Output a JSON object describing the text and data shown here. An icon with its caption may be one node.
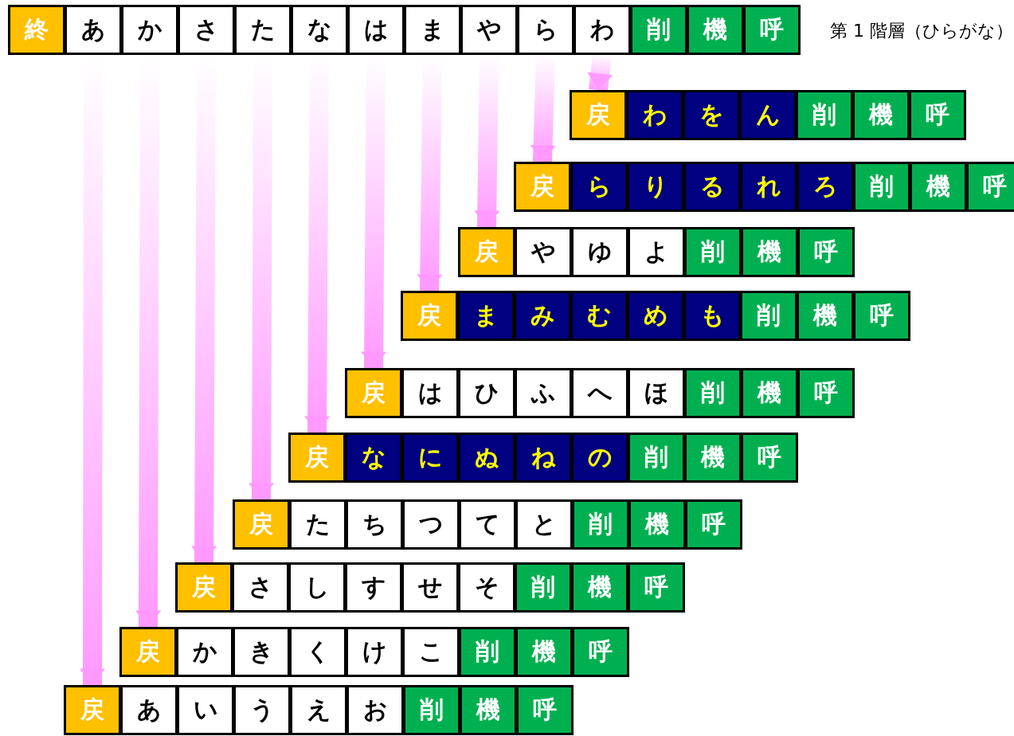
{
  "diagram": {
    "nodes": [
      {
        "text": [
          "終"
        ]
      },
      {
        "text": [
          "あ"
        ]
      },
      {
        "text": [
          "か"
        ]
      },
      {
        "text": [
          "さ"
        ]
      },
      {
        "text": [
          "た"
        ]
      },
      {
        "text": [
          "な"
        ]
      },
      {
        "text": [
          "は"
        ]
      },
      {
        "text": [
          "ま"
        ]
      },
      {
        "text": [
          "や"
        ]
      },
      {
        "text": [
          "ら"
        ]
      },
      {
        "text": [
          "わ"
        ]
      },
      {
        "text": [
          "削"
        ]
      },
      {
        "text": [
          "機"
        ]
      },
      {
        "text": [
          "呼"
        ]
      },
      {
        "text": [
          "戻"
        ]
      },
      {
        "text": [
          "わ"
        ]
      },
      {
        "text": [
          "を"
        ]
      },
      {
        "text": [
          "ん"
        ]
      },
      {
        "text": [
          "削"
        ]
      },
      {
        "text": [
          "機"
        ]
      },
      {
        "text": [
          "呼"
        ]
      },
      {
        "text": [
          "戻"
        ]
      },
      {
        "text": [
          "ら"
        ]
      },
      {
        "text": [
          "り"
        ]
      },
      {
        "text": [
          "る"
        ]
      },
      {
        "text": [
          "れ"
        ]
      },
      {
        "text": [
          "ろ"
        ]
      },
      {
        "text": [
          "削"
        ]
      },
      {
        "text": [
          "機"
        ]
      },
      {
        "text": [
          "呼"
        ]
      },
      {
        "text": [
          "戻"
        ]
      },
      {
        "text": [
          "や"
        ]
      },
      {
        "text": [
          "ゆ"
        ]
      },
      {
        "text": [
          "よ"
        ]
      },
      {
        "text": [
          "削"
        ]
      },
      {
        "text": [
          "機"
        ]
      },
      {
        "text": [
          "呼"
        ]
      },
      {
        "text": [
          "戻"
        ]
      },
      {
        "text": [
          "ま"
        ]
      },
      {
        "text": [
          "み"
        ]
      },
      {
        "text": [
          "む"
        ]
      },
      {
        "text": [
          "め"
        ]
      },
      {
        "text": [
          "も"
        ]
      },
      {
        "text": [
          "削"
        ]
      },
      {
        "text": [
          "機"
        ]
      },
      {
        "text": [
          "呼"
        ]
      },
      {
        "text": [
          "戻"
        ]
      },
      {
        "text": [
          "は"
        ]
      },
      {
        "text": [
          "ひ"
        ]
      },
      {
        "text": [
          "ふ"
        ]
      },
      {
        "text": [
          "へ"
        ]
      },
      {
        "text": [
          "ほ"
        ]
      },
      {
        "text": [
          "削"
        ]
      },
      {
        "text": [
          "機"
        ]
      },
      {
        "text": [
          "呼"
        ]
      },
      {
        "text": [
          "戻"
        ]
      },
      {
        "text": [
          "な"
        ]
      },
      {
        "text": [
          "に"
        ]
      },
      {
        "text": [
          "ぬ"
        ]
      },
      {
        "text": [
          "ね"
        ]
      },
      {
        "text": [
          "の"
        ]
      },
      {
        "text": [
          "削"
        ]
      },
      {
        "text": [
          "機"
        ]
      },
      {
        "text": [
          "呼"
        ]
      },
      {
        "text": [
          "戻"
        ]
      },
      {
        "text": [
          "た"
        ]
      },
      {
        "text": [
          "ち"
        ]
      },
      {
        "text": [
          "つ"
        ]
      },
      {
        "text": [
          "て"
        ]
      },
      {
        "text": [
          "と"
        ]
      },
      {
        "text": [
          "削"
        ]
      },
      {
        "text": [
          "機"
        ]
      },
      {
        "text": [
          "呼"
        ]
      },
      {
        "text": [
          "戻"
        ]
      },
      {
        "text": [
          "さ"
        ]
      },
      {
        "text": [
          "し"
        ]
      },
      {
        "text": [
          "す"
        ]
      },
      {
        "text": [
          "せ"
        ]
      },
      {
        "text": [
          "そ"
        ]
      },
      {
        "text": [
          "削"
        ]
      },
      {
        "text": [
          "機"
        ]
      },
      {
        "text": [
          "呼"
        ]
      },
      {
        "text": [
          "戻"
        ]
      },
      {
        "text": [
          "か"
        ]
      },
      {
        "text": [
          "き"
        ]
      },
      {
        "text": [
          "く"
        ]
      },
      {
        "text": [
          "け"
        ]
      },
      {
        "text": [
          "こ"
        ]
      },
      {
        "text": [
          "削"
        ]
      },
      {
        "text": [
          "機"
        ]
      },
      {
        "text": [
          "呼"
        ]
      },
      {
        "text": [
          "戻"
        ]
      },
      {
        "text": [
          "あ"
        ]
      },
      {
        "text": [
          "い"
        ]
      },
      {
        "text": [
          "う"
        ]
      },
      {
        "text": [
          "え"
        ]
      },
      {
        "text": [
          "お"
        ]
      },
      {
        "text": [
          "削"
        ]
      },
      {
        "text": [
          "機"
        ]
      },
      {
        "text": [
          "呼"
        ]
      }
    ],
    "edges": [
      {
        "from": 1,
        "to": 91,
        "arrow": "to"
      },
      {
        "from": 2,
        "to": 82,
        "arrow": "to"
      },
      {
        "from": 3,
        "to": 73,
        "arrow": "to"
      },
      {
        "from": 4,
        "to": 64,
        "arrow": "to"
      },
      {
        "from": 5,
        "to": 55,
        "arrow": "to"
      },
      {
        "from": 6,
        "to": 46,
        "arrow": "to"
      },
      {
        "from": 7,
        "to": 37,
        "arrow": "to"
      },
      {
        "from": 8,
        "to": 30,
        "arrow": "to"
      },
      {
        "from": 9,
        "to": 21,
        "arrow": "to"
      },
      {
        "from": 10,
        "to": 14,
        "arrow": "to"
      }
    ],
    "labels": [
      "第 1 階層（ひらがな）"
    ]
  }
}
